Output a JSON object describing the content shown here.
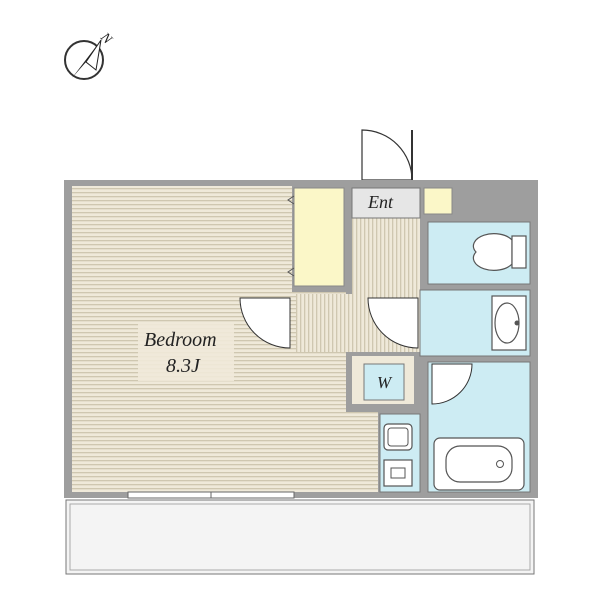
{
  "compass": {
    "north_label": "N",
    "icon": "north-arrow-icon"
  },
  "rooms": {
    "bedroom": {
      "name": "Bedroom",
      "size": "8.3J"
    },
    "entrance": {
      "name": "Ent"
    },
    "closet": {
      "name": "W"
    }
  },
  "colors": {
    "wall": "#9e9e9e",
    "floor_stripe": "#d8d2bf",
    "floor_base": "#ece7d8",
    "storage": "#fbf7c8",
    "wet_area": "#cdecf3",
    "entrance_floor": "#e6e6e6",
    "balcony": "#f4f4f4"
  }
}
